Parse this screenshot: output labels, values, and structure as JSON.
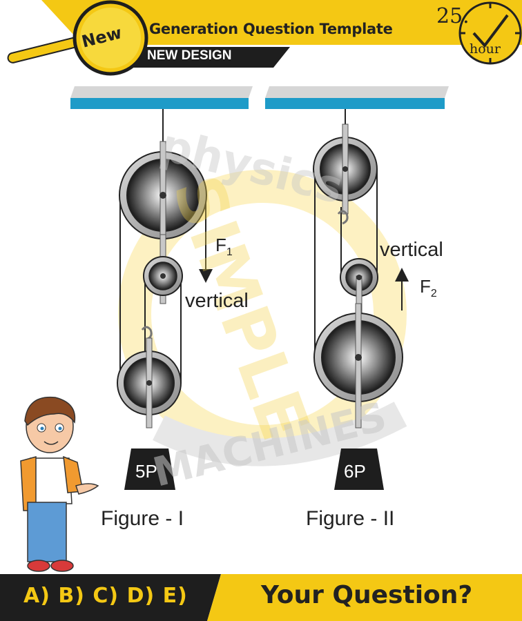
{
  "header": {
    "badge": "New",
    "title": "Generation Question Template",
    "subtitle": "NEW DESIGN",
    "clock_number": "25.",
    "clock_unit": "hour"
  },
  "watermark": {
    "word_top": "physics",
    "word_middle": "SIMPLE",
    "word_bottom": "MACHINES"
  },
  "figure1": {
    "caption": "Figure - I",
    "force_label": "F",
    "force_subscript": "1",
    "direction": "vertical",
    "weight": "5P"
  },
  "figure2": {
    "caption": "Figure - II",
    "force_label": "F",
    "force_subscript": "2",
    "direction": "vertical",
    "weight": "6P"
  },
  "footer": {
    "options": "A) B) C) D) E)",
    "question": "Your Question?"
  },
  "colors": {
    "yellow": "#f4c814",
    "dark": "#1e1e1e",
    "ceiling_blue": "#1e9bc8"
  }
}
